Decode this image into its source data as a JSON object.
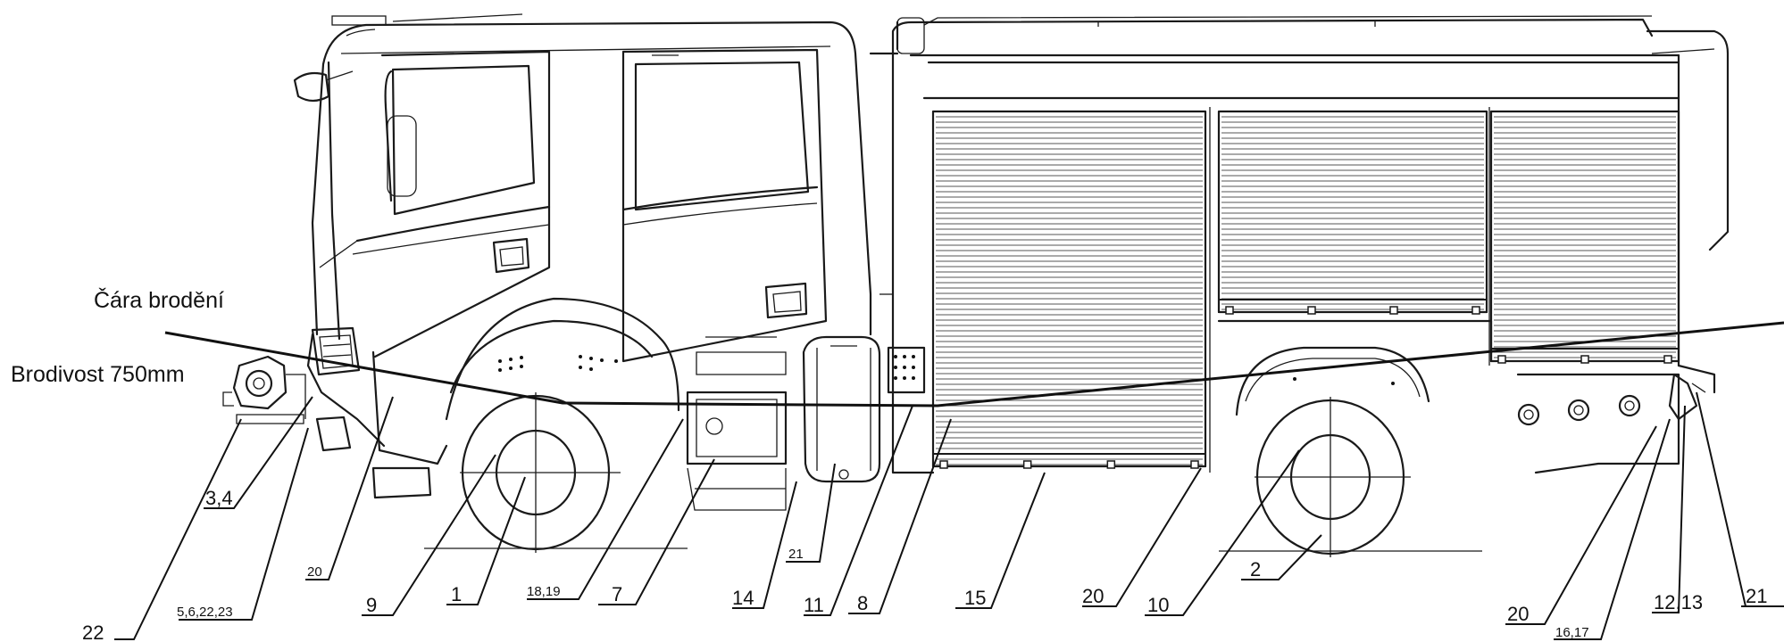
{
  "annotations": {
    "wading_line": "Čára brodění",
    "wading_depth": "Brodivost 750mm"
  },
  "callouts": {
    "c1": "1",
    "c2": "2",
    "c3_4": "3,4",
    "c5": "5,6,22,23",
    "c7": "7",
    "c8": "8",
    "c9": "9",
    "c10": "10",
    "c11": "11",
    "c12": "12,13",
    "c14": "14",
    "c15": "15",
    "c16": "16,17",
    "c18": "18,19",
    "c20a": "20",
    "c20b": "20",
    "c20c": "20",
    "c21a": "21",
    "c21b": "21",
    "c22": "22"
  },
  "colors": {
    "line": "#1a1a1a",
    "background": "#ffffff"
  }
}
